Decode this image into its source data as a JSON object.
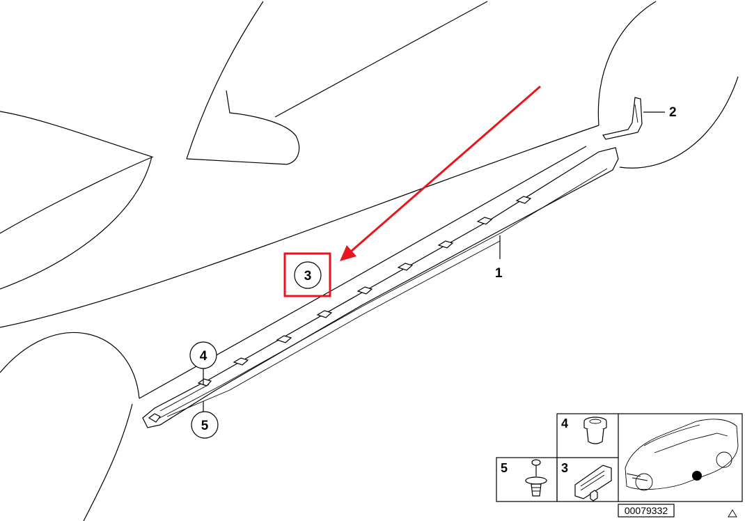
{
  "callouts": {
    "c1": "1",
    "c2": "2",
    "c3": "3",
    "c4": "4",
    "c5": "5"
  },
  "legend": {
    "cell_4": "4",
    "cell_5": "5",
    "cell_3": "3"
  },
  "document_number": "00079332",
  "highlight": {
    "color": "#e8151b",
    "target_callout": "3"
  }
}
